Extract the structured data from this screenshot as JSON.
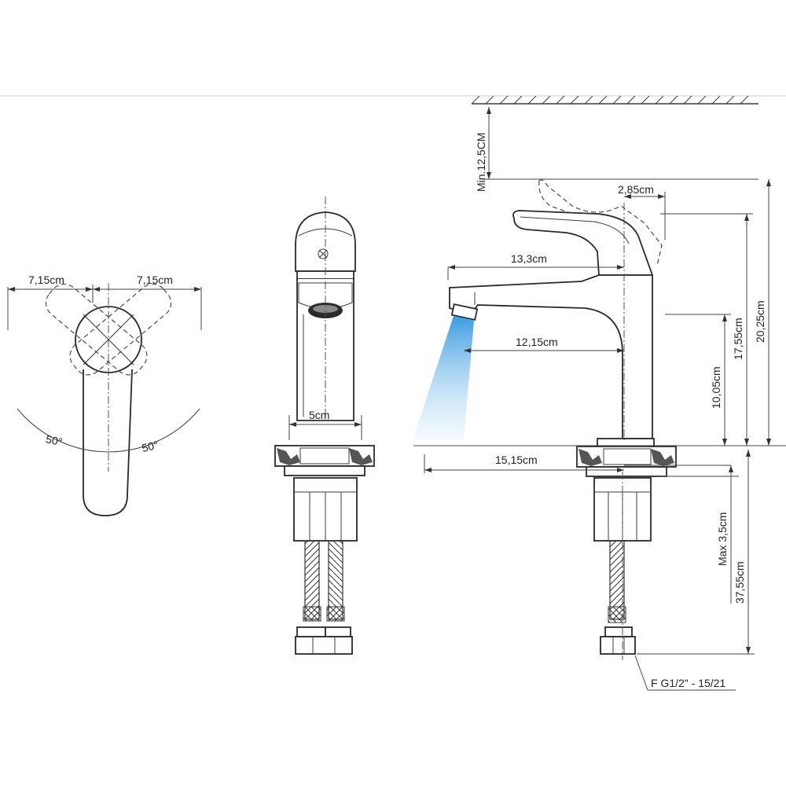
{
  "labels": {
    "handle_left": "7,15cm",
    "handle_right": "7,15cm",
    "angle_left": "50°",
    "angle_right": "50°",
    "base_width": "5cm",
    "handle_offset": "2,85cm",
    "spout_length": "13,3cm",
    "stream_distance": "12,15cm",
    "total_depth": "15,15cm",
    "min_clearance": "Min.12,5CM",
    "spout_height": "10,05cm",
    "body_height": "17,55cm",
    "total_height": "20,25cm",
    "max_thickness": "Max 3,5cm",
    "hose_length": "37,55cm",
    "connection": "F G1/2\" - 15/21"
  },
  "colors": {
    "water_top": "#4aa8e8",
    "water_bottom": "#dff1fc",
    "line": "#2a2a2a"
  }
}
